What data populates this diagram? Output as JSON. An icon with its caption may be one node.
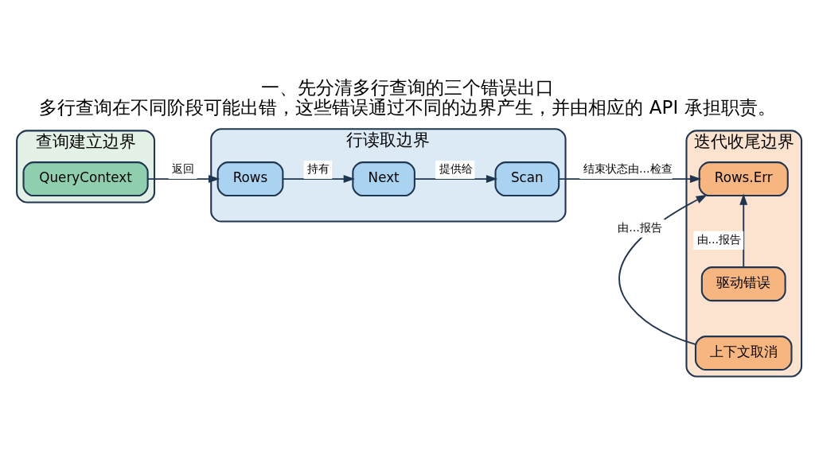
{
  "diagram": {
    "title": "一、先分清多行查询的三个错误出口",
    "caption": "多行查询在不同阶段可能出错，这些错误通过不同的边界产生，并由相应的 API 承担职责。",
    "nodes": [
      {
        "text": [
          "查询建立边界"
        ]
      },
      {
        "text": [
          "QueryContext"
        ],
        "in": 0
      },
      {
        "text": [
          "行读取边界"
        ]
      },
      {
        "text": [
          "Rows"
        ],
        "in": 2
      },
      {
        "text": [
          "Next"
        ],
        "in": 2
      },
      {
        "text": [
          "Scan"
        ],
        "in": 2
      },
      {
        "text": [
          "迭代收尾边界"
        ]
      },
      {
        "text": [
          "Rows.Err"
        ],
        "in": 6
      },
      {
        "text": [
          "驱动错误"
        ],
        "in": 6
      },
      {
        "text": [
          "上下文取消"
        ],
        "in": 6
      }
    ],
    "edges": [
      {
        "from": 1,
        "to": 3,
        "arrow": "to",
        "label": "返回"
      },
      {
        "from": 3,
        "to": 4,
        "arrow": "to",
        "label": "持有"
      },
      {
        "from": 4,
        "to": 5,
        "arrow": "to",
        "label": "提供给"
      },
      {
        "from": 5,
        "to": 7,
        "arrow": "to",
        "label": "结束状态由…检查"
      },
      {
        "from": 8,
        "to": 7,
        "arrow": "to",
        "label": "由…报告"
      },
      {
        "from": 9,
        "to": 7,
        "arrow": "to",
        "label": "由…报告"
      }
    ]
  }
}
